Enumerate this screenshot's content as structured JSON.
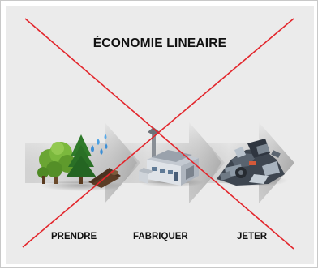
{
  "title": "ÉCONOMIE LINEAIRE",
  "steps": [
    {
      "label": "PRENDRE",
      "icon": "nature-resources-icon"
    },
    {
      "label": "FABRIQUER",
      "icon": "factory-icon"
    },
    {
      "label": "JETER",
      "icon": "waste-pile-icon"
    }
  ],
  "colors": {
    "background": "#ebebeb",
    "arrow_light": "#f2f2f2",
    "arrow_dark": "#b9b9b9",
    "cross": "#e3262c",
    "text": "#111111"
  }
}
